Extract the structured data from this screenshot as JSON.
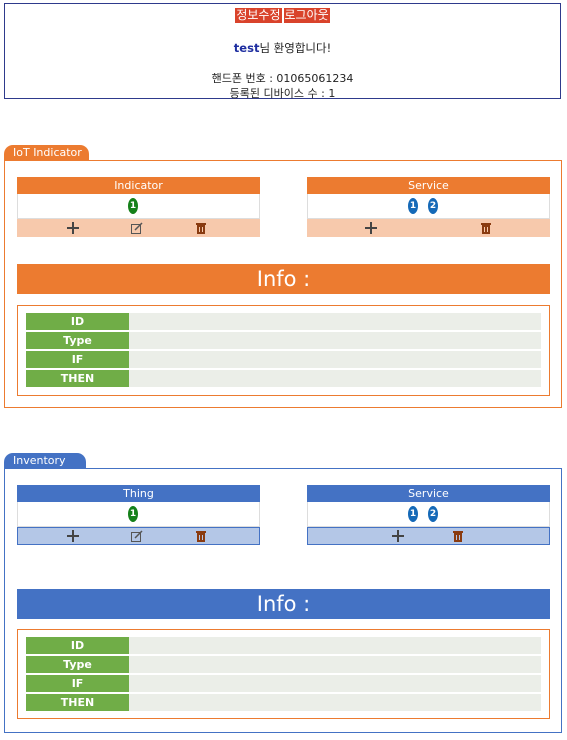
{
  "header": {
    "edit_profile_label": "정보수정",
    "logout_label": "로그아웃",
    "username": "test",
    "welcome_suffix": "님 환영합니다!",
    "phone_text": "핸드폰 번호 : 01065061234",
    "device_count_text": "등록된 디바이스 수 : 1"
  },
  "sections": [
    {
      "tab_label": "IoT Indicator",
      "left_panel": {
        "title": "Indicator",
        "badges": [
          "1"
        ]
      },
      "right_panel": {
        "title": "Service",
        "badges": [
          "1",
          "2"
        ]
      },
      "info_label": "Info :",
      "rows": [
        "ID",
        "Type",
        "IF",
        "THEN"
      ]
    },
    {
      "tab_label": "Inventory",
      "left_panel": {
        "title": "Thing",
        "badges": [
          "1"
        ]
      },
      "right_panel": {
        "title": "Service",
        "badges": [
          "1",
          "2"
        ]
      },
      "info_label": "Info :",
      "rows": [
        "ID",
        "Type",
        "IF",
        "THEN"
      ]
    }
  ],
  "colors": {
    "orange": "#ec7b30",
    "blue": "#4472c4",
    "green_label": "#70ad47",
    "logout_red": "#d9432b"
  },
  "icons": {
    "add": "plus-icon",
    "edit": "edit-icon",
    "delete": "trash-icon"
  }
}
